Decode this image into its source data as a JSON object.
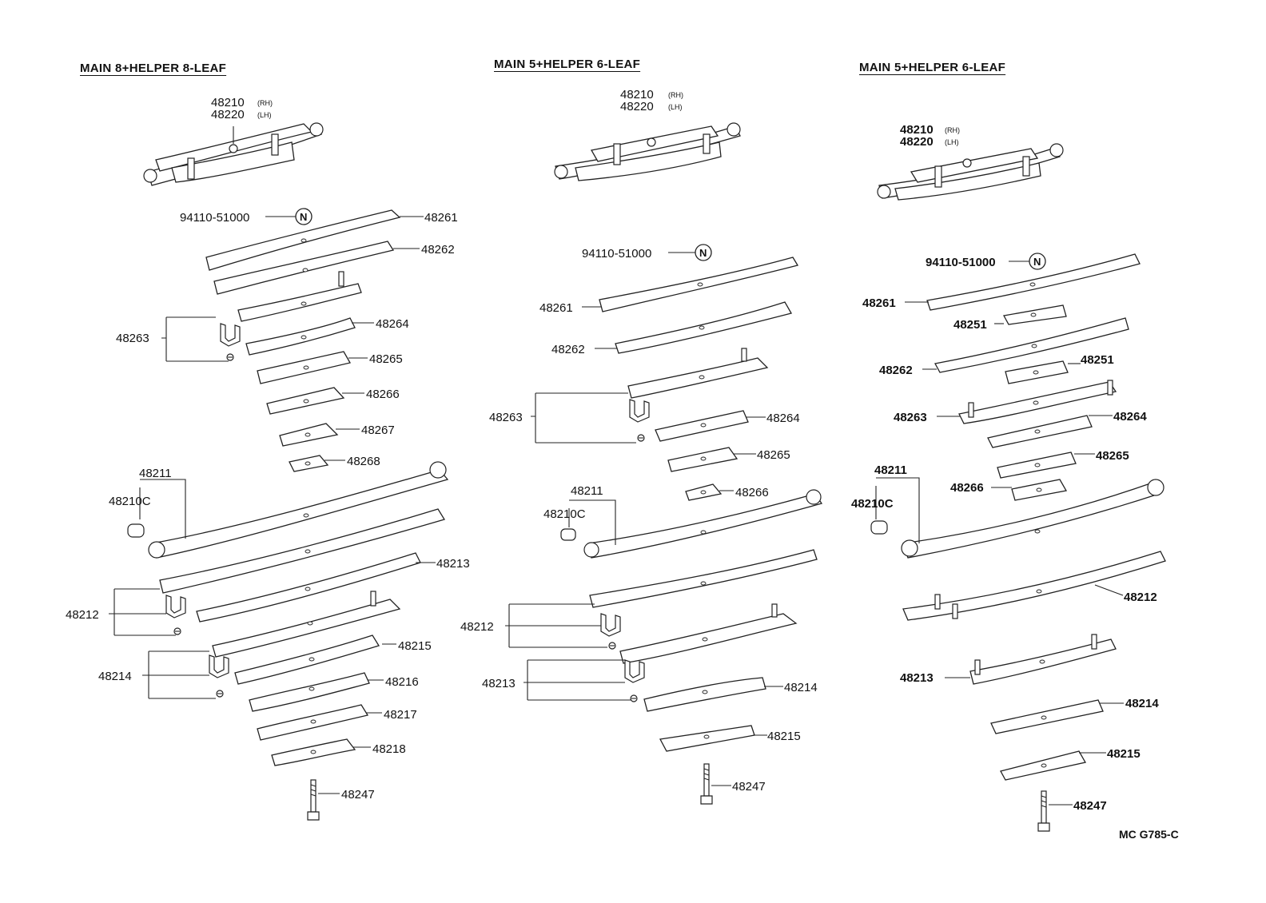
{
  "columns": [
    {
      "title": "MAIN 8+HELPER 8-LEAF",
      "assembly": {
        "part": "48210",
        "side": "(RH)",
        "part2": "48220",
        "side2": "(LH)"
      },
      "nut_part": "94110-51000",
      "nut_symbol": "N",
      "labels": [
        "48261",
        "48262",
        "48263",
        "48264",
        "48265",
        "48266",
        "48267",
        "48268",
        "48211",
        "48210C",
        "48213",
        "48212",
        "48215",
        "48214",
        "48216",
        "48217",
        "48218",
        "48247"
      ]
    },
    {
      "title": "MAIN 5+HELPER 6-LEAF",
      "assembly": {
        "part": "48210",
        "side": "(RH)",
        "part2": "48220",
        "side2": "(LH)"
      },
      "nut_part": "94110-51000",
      "nut_symbol": "N",
      "labels": [
        "48261",
        "48262",
        "48263",
        "48264",
        "48265",
        "48266",
        "48211",
        "48210C",
        "48212",
        "48213",
        "48214",
        "48215",
        "48247"
      ]
    },
    {
      "title": "MAIN 5+HELPER 6-LEAF",
      "assembly": {
        "part": "48210",
        "side": "(RH)",
        "part2": "48220",
        "side2": "(LH)"
      },
      "nut_part": "94110-51000",
      "nut_symbol": "N",
      "labels": [
        "48261",
        "48251",
        "48262",
        "48251",
        "48263",
        "48264",
        "48265",
        "48266",
        "48211",
        "48210C",
        "48212",
        "48213",
        "48214",
        "48215",
        "48247"
      ]
    }
  ],
  "figure_code": "MC G785-C"
}
